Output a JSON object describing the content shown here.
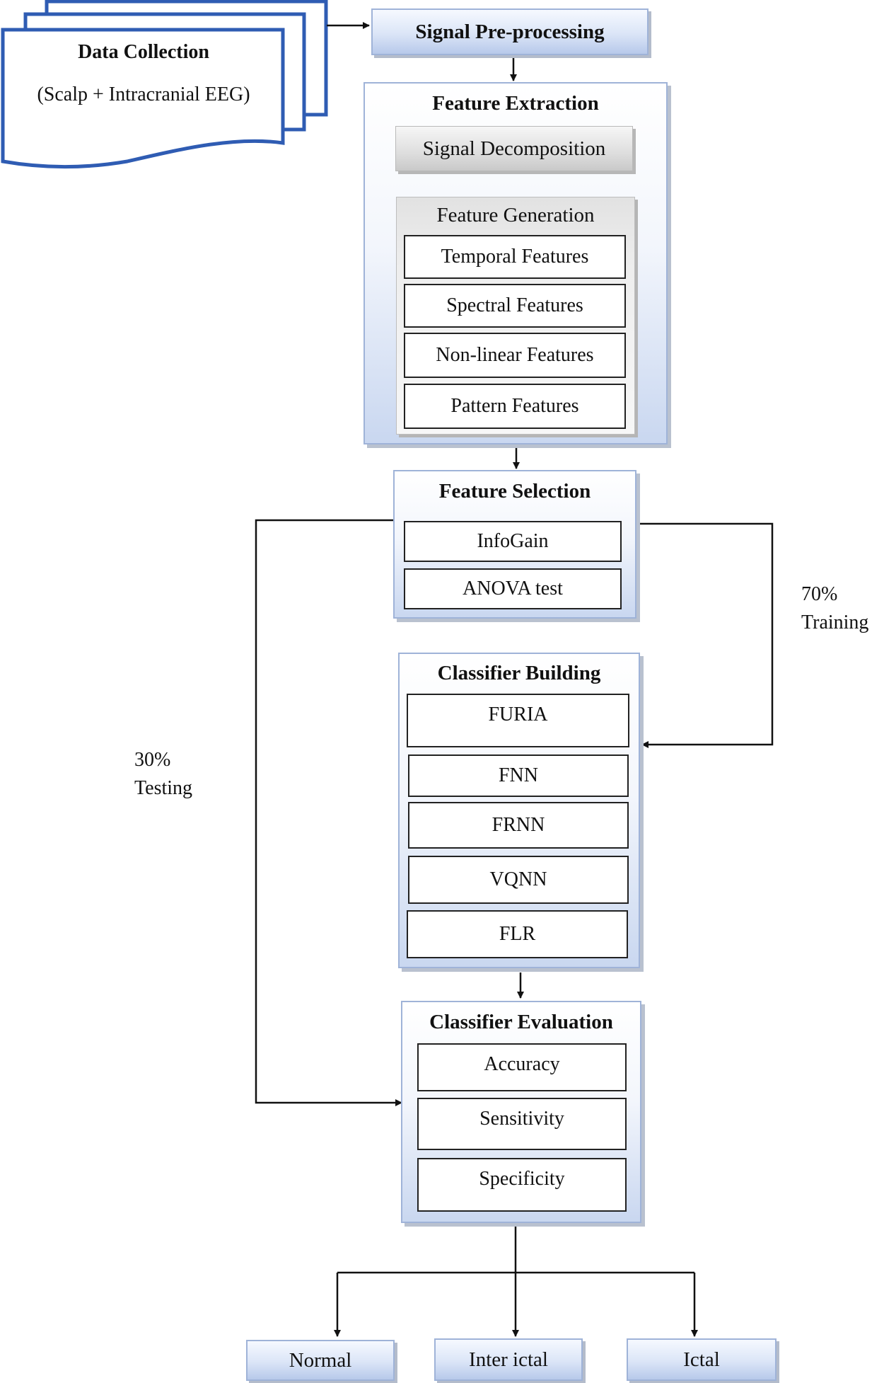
{
  "data_collection": {
    "title": "Data Collection",
    "subtitle": "(Scalp + Intracranial EEG)"
  },
  "preprocessing": {
    "label": "Signal Pre-processing"
  },
  "feature_extraction": {
    "title": "Feature Extraction",
    "decomposition": "Signal Decomposition",
    "generation": {
      "title": "Feature Generation",
      "items": [
        "Temporal Features",
        "Spectral Features",
        "Non-linear Features",
        "Pattern Features"
      ]
    }
  },
  "feature_selection": {
    "title": "Feature Selection",
    "items": [
      "InfoGain",
      "ANOVA test"
    ]
  },
  "split": {
    "training_pct": "70%",
    "training_label": "Training",
    "testing_pct": "30%",
    "testing_label": "Testing"
  },
  "classifier_building": {
    "title": "Classifier Building",
    "items": [
      "FURIA",
      "FNN",
      "FRNN",
      "VQNN",
      "FLR"
    ]
  },
  "classifier_evaluation": {
    "title": "Classifier Evaluation",
    "items": [
      "Accuracy",
      "Sensitivity",
      "Specificity"
    ]
  },
  "outcomes": [
    "Normal",
    "Inter ictal",
    "Ictal"
  ],
  "colors": {
    "doc_border": "#2f5cb3",
    "panel_border": "#9fb3d8",
    "panel_fill": "#c9d7f0",
    "connector": "#111111"
  }
}
